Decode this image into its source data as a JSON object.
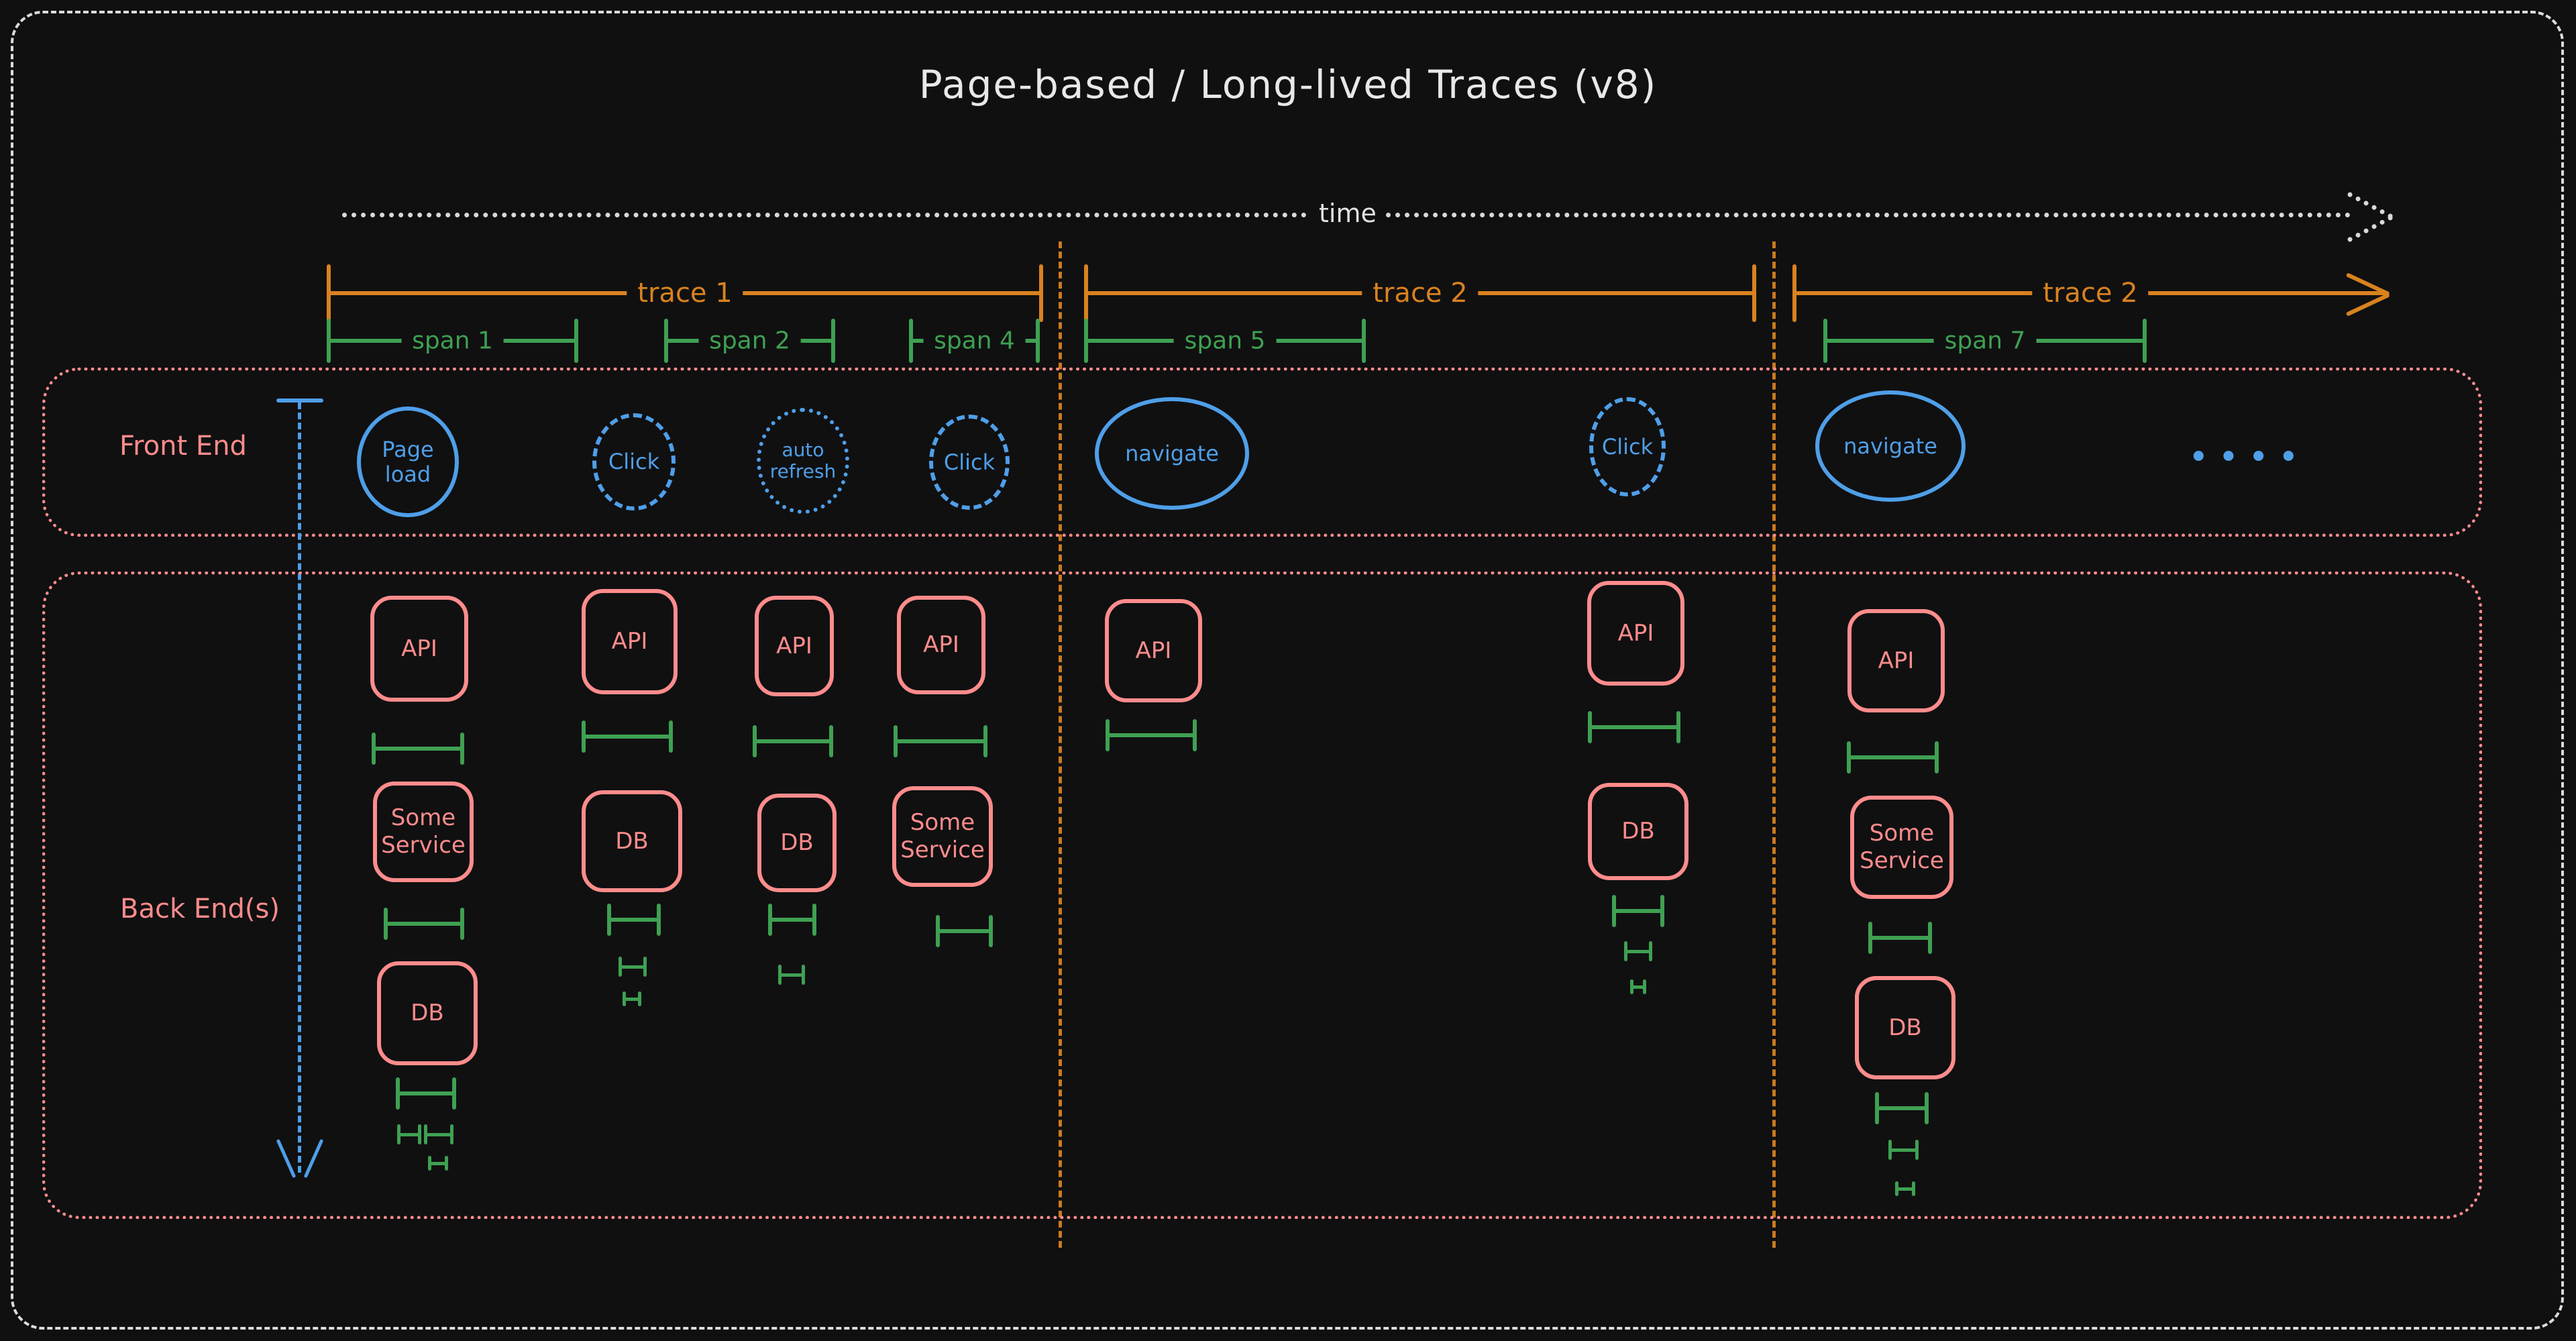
{
  "title": "Page-based / Long-lived Traces (v8)",
  "timeline": {
    "label": "time"
  },
  "traces": [
    {
      "label": "trace 1"
    },
    {
      "label": "trace 2"
    },
    {
      "label": "trace 2"
    }
  ],
  "spans": [
    {
      "label": "span 1"
    },
    {
      "label": "span 2"
    },
    {
      "label": "span 4"
    },
    {
      "label": "span 5"
    },
    {
      "label": "span 7"
    }
  ],
  "frontend": {
    "label": "Front End",
    "events": [
      {
        "label": "Page load",
        "style": "solid"
      },
      {
        "label": "Click",
        "style": "dashed"
      },
      {
        "label": "auto refresh",
        "style": "dotted"
      },
      {
        "label": "Click",
        "style": "dashed"
      },
      {
        "label": "navigate",
        "style": "solid"
      },
      {
        "label": "Click",
        "style": "dashed"
      },
      {
        "label": "navigate",
        "style": "solid"
      }
    ],
    "ellipsis": "••••"
  },
  "backend": {
    "label": "Back End(s)",
    "columns": [
      {
        "boxes": [
          "API",
          "Some Service",
          "DB"
        ]
      },
      {
        "boxes": [
          "API",
          "DB"
        ]
      },
      {
        "boxes": [
          "API",
          "DB"
        ]
      },
      {
        "boxes": [
          "API",
          "Some Service"
        ]
      },
      {
        "boxes": [
          "API"
        ]
      },
      {
        "boxes": [
          "API",
          "DB"
        ]
      },
      {
        "boxes": [
          "API",
          "Some Service",
          "DB"
        ]
      }
    ]
  },
  "colors": {
    "background": "#101011",
    "frame_white": "#dcdcdc",
    "trace_orange": "#d9821f",
    "span_green": "#3fa052",
    "frontend_blue": "#4f9fe8",
    "backend_salmon": "#ff8c8c"
  }
}
